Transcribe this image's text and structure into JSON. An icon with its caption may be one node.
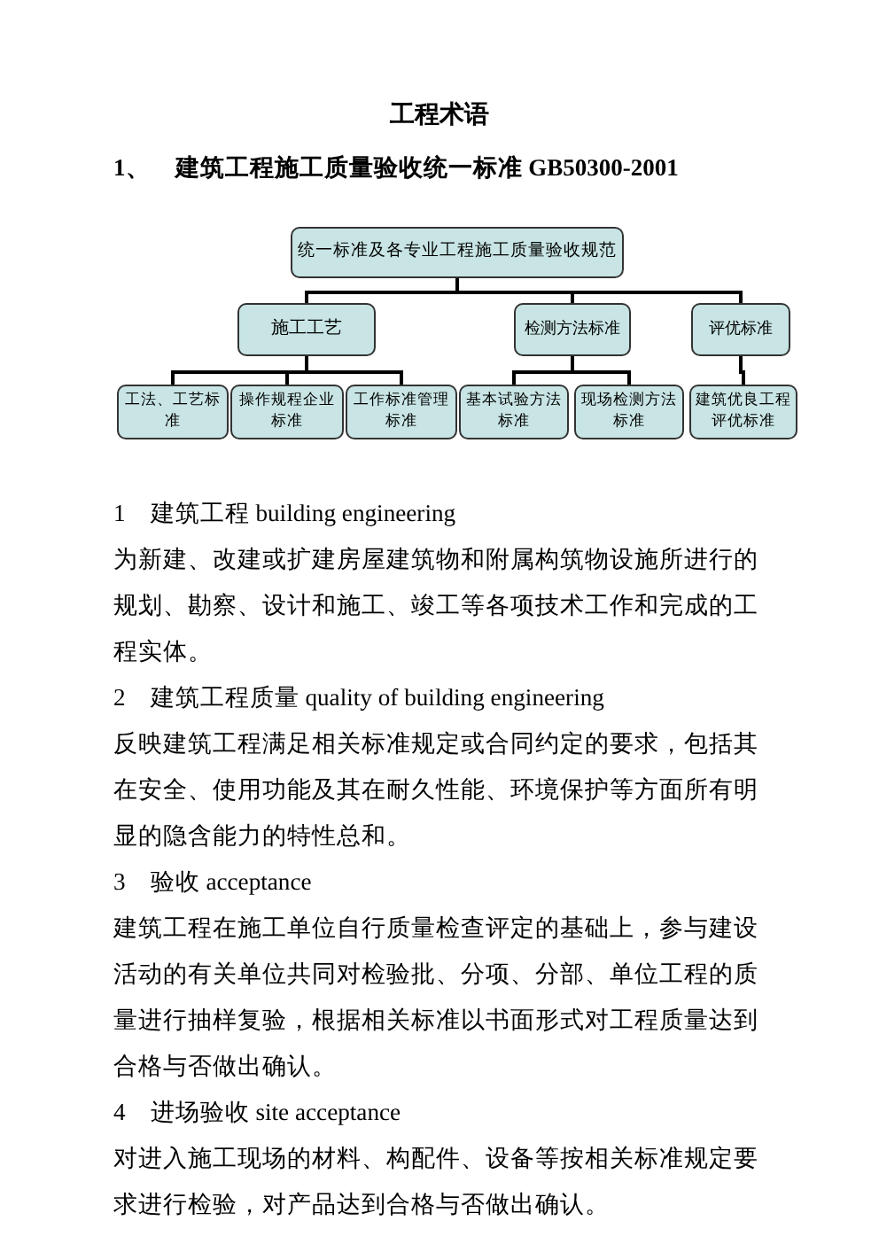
{
  "diagram": {
    "title": "工程术语",
    "nodes": [
      {
        "text": [
          "统一标准及各专业工程施工质量验收规范"
        ]
      },
      {
        "text": [
          "施工工艺"
        ]
      },
      {
        "text": [
          "检测方法标准"
        ]
      },
      {
        "text": [
          "评优标准"
        ]
      },
      {
        "text": [
          "工法、工艺标准"
        ]
      },
      {
        "text": [
          "操作规程企业标准"
        ]
      },
      {
        "text": [
          "工作标准管理标准"
        ]
      },
      {
        "text": [
          "基本试验方法标准"
        ]
      },
      {
        "text": [
          "现场检测方法标准"
        ]
      },
      {
        "text": [
          "建筑优良工程评优标准"
        ]
      }
    ],
    "edges": [
      {
        "from": 0,
        "to": 1,
        "arrow": "none"
      },
      {
        "from": 0,
        "to": 2,
        "arrow": "none"
      },
      {
        "from": 0,
        "to": 3,
        "arrow": "none"
      },
      {
        "from": 1,
        "to": 4,
        "arrow": "none"
      },
      {
        "from": 1,
        "to": 5,
        "arrow": "none"
      },
      {
        "from": 1,
        "to": 6,
        "arrow": "none"
      },
      {
        "from": 2,
        "to": 7,
        "arrow": "none"
      },
      {
        "from": 2,
        "to": 8,
        "arrow": "none"
      },
      {
        "from": 3,
        "to": 9,
        "arrow": "none"
      }
    ],
    "labels": [
      "1、　建筑工程施工质量验收统一标准 GB50300-2001",
      "1　建筑工程 building engineering",
      "为新建、改建或扩建房屋建筑物和附属构筑物设施所进行的规划、勘察、设计和施工、竣工等各项技术工作和完成的工程实体。",
      "2　建筑工程质量 quality of building engineering",
      "反映建筑工程满足相关标准规定或合同约定的要求，包括其在安全、使用功能及其在耐久性能、环境保护等方面所有明显的隐含能力的特性总和。",
      "3　验收 acceptance",
      "建筑工程在施工单位自行质量检查评定的基础上，参与建设活动的有关单位共同对检验批、分项、分部、单位工程的质量进行抽样复验，根据相关标准以书面形式对工程质量达到合格与否做出确认。",
      "4　进场验收 site acceptance",
      "对进入施工现场的材料、构配件、设备等按相关标准规定要求进行检验，对产品达到合格与否做出确认。"
    ]
  }
}
